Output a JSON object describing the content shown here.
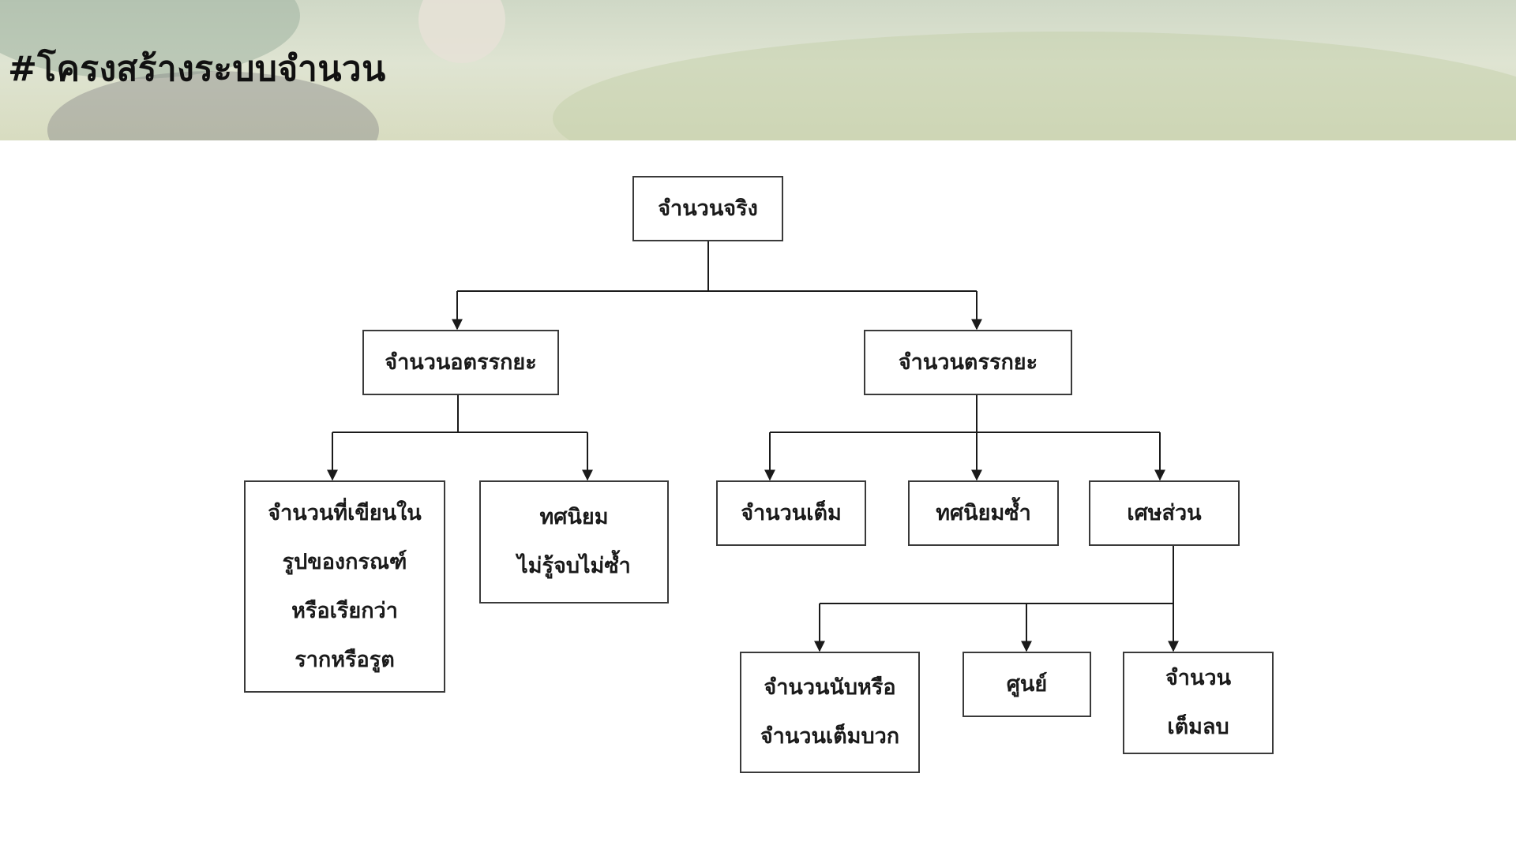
{
  "slide": {
    "title": "#โครงสร้างระบบจำนวน"
  },
  "diagram": {
    "real": {
      "lines": [
        "จำนวนจริง"
      ]
    },
    "irrational": {
      "lines": [
        "จำนวนอตรรกยะ"
      ]
    },
    "rational": {
      "lines": [
        "จำนวนตรรกยะ"
      ]
    },
    "roots": {
      "lines": [
        "จำนวนที่เขียนใน",
        "รูปของกรณฑ์",
        "หรือเรียกว่า",
        "รากหรือรูต"
      ]
    },
    "nonrepeating": {
      "lines": [
        "ทศนิยม",
        "ไม่รู้จบไม่ซ้ำ"
      ]
    },
    "integers": {
      "lines": [
        "จำนวนเต็ม"
      ]
    },
    "repeating": {
      "lines": [
        "ทศนิยมซ้ำ"
      ]
    },
    "fractions": {
      "lines": [
        "เศษส่วน"
      ]
    },
    "natural": {
      "lines": [
        "จำนวนนับหรือ",
        "จำนวนเต็มบวก"
      ]
    },
    "zero": {
      "lines": [
        "ศูนย์"
      ]
    },
    "negative": {
      "lines": [
        "จำนวน",
        "เต็มลบ"
      ]
    }
  }
}
